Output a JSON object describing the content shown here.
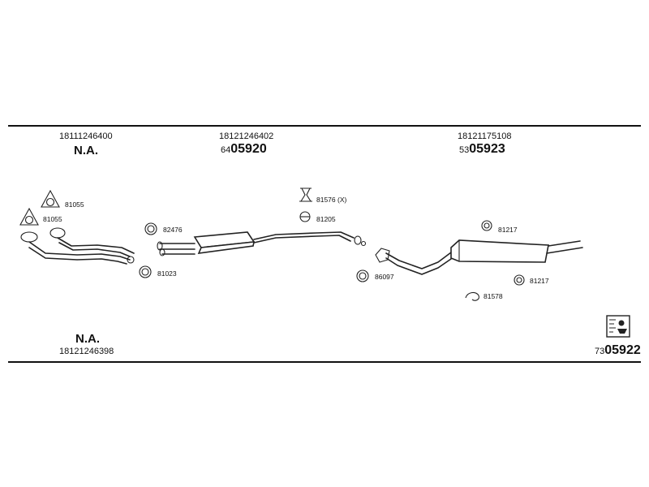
{
  "header": {
    "col1": {
      "oem": "18111246400",
      "na": "N.A."
    },
    "col2": {
      "oem": "18121246402",
      "ref_prefix": "64",
      "ref_main": "05920"
    },
    "col3": {
      "oem": "18121175108",
      "ref_prefix": "53",
      "ref_main": "05923"
    }
  },
  "labels": {
    "p81055a": "81055",
    "p81055b": "81055",
    "p82476": "82476",
    "p81023": "81023",
    "p81576": "81576 (X)",
    "p81205": "81205",
    "p86097": "86097",
    "p81217a": "81217",
    "p81217b": "81217",
    "p81578": "81578"
  },
  "footer": {
    "na": "N.A.",
    "oem": "18121246398",
    "ref_prefix": "73",
    "ref_main": "05922"
  }
}
